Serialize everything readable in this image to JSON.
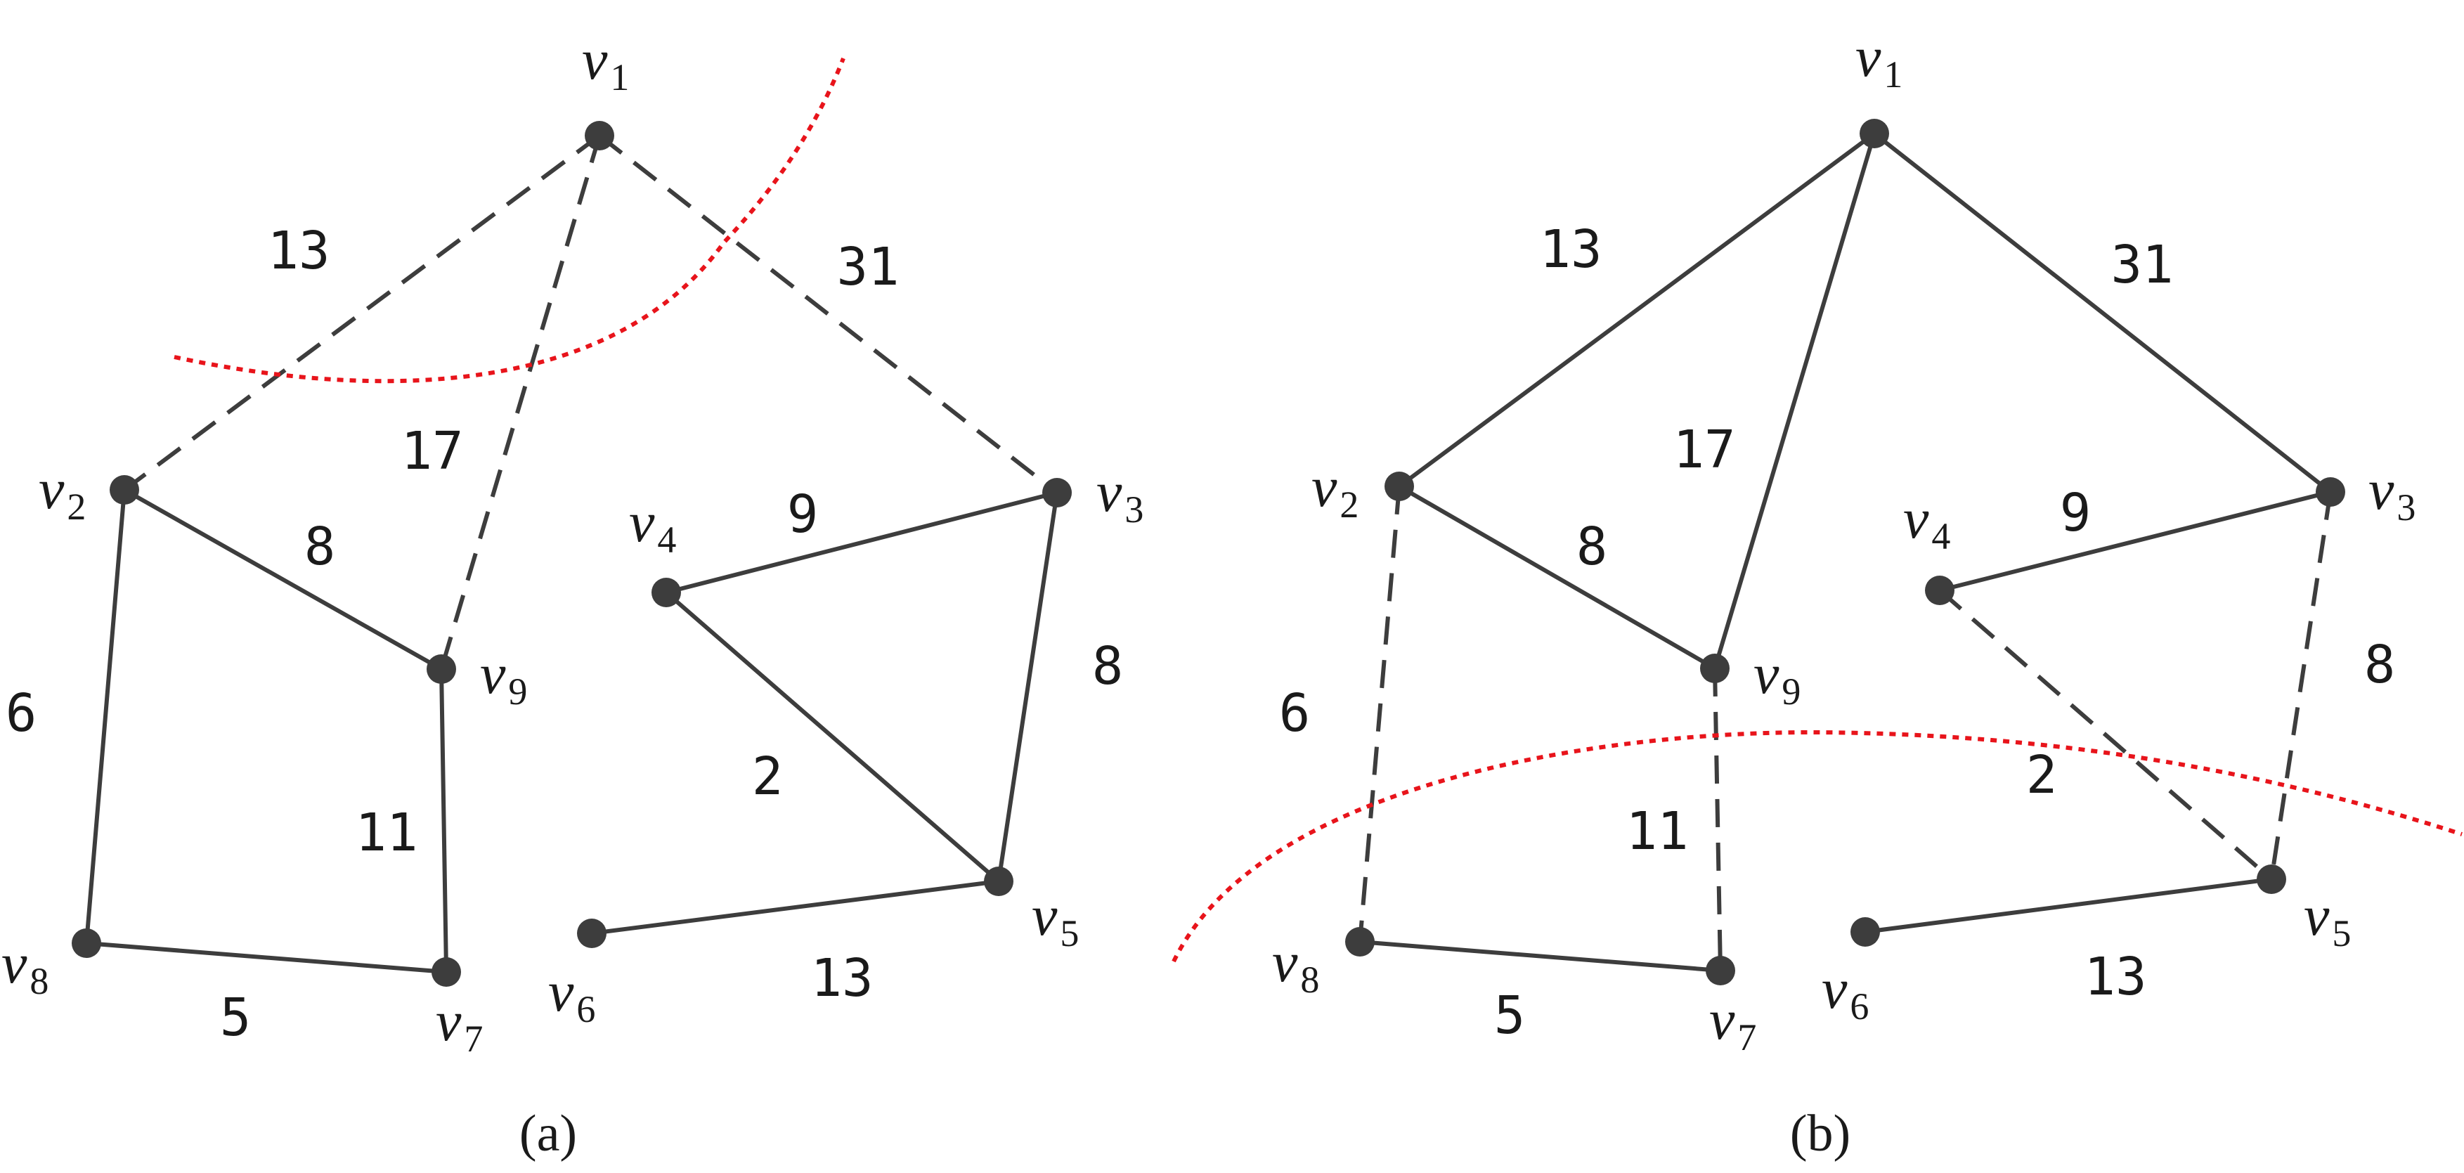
{
  "panels": [
    {
      "id": "a",
      "caption": "(a)",
      "vertices": [
        {
          "id": "v1",
          "base": "v",
          "sub": "1"
        },
        {
          "id": "v2",
          "base": "v",
          "sub": "2"
        },
        {
          "id": "v3",
          "base": "v",
          "sub": "3"
        },
        {
          "id": "v4",
          "base": "v",
          "sub": "4"
        },
        {
          "id": "v5",
          "base": "v",
          "sub": "5"
        },
        {
          "id": "v6",
          "base": "v",
          "sub": "6"
        },
        {
          "id": "v7",
          "base": "v",
          "sub": "7"
        },
        {
          "id": "v8",
          "base": "v",
          "sub": "8"
        },
        {
          "id": "v9",
          "base": "v",
          "sub": "9"
        }
      ],
      "edges": [
        {
          "from": "v1",
          "to": "v2",
          "weight": "13",
          "style": "dashed"
        },
        {
          "from": "v1",
          "to": "v9",
          "weight": "17",
          "style": "dashed"
        },
        {
          "from": "v1",
          "to": "v3",
          "weight": "31",
          "style": "dashed"
        },
        {
          "from": "v2",
          "to": "v9",
          "weight": "8",
          "style": "solid"
        },
        {
          "from": "v2",
          "to": "v8",
          "weight": "6",
          "style": "solid"
        },
        {
          "from": "v9",
          "to": "v7",
          "weight": "11",
          "style": "solid"
        },
        {
          "from": "v8",
          "to": "v7",
          "weight": "5",
          "style": "solid"
        },
        {
          "from": "v4",
          "to": "v3",
          "weight": "9",
          "style": "solid"
        },
        {
          "from": "v4",
          "to": "v5",
          "weight": "2",
          "style": "solid"
        },
        {
          "from": "v3",
          "to": "v5",
          "weight": "8",
          "style": "solid"
        },
        {
          "from": "v6",
          "to": "v5",
          "weight": "13",
          "style": "solid"
        }
      ]
    },
    {
      "id": "b",
      "caption": "(b)",
      "vertices": [
        {
          "id": "v1",
          "base": "v",
          "sub": "1"
        },
        {
          "id": "v2",
          "base": "v",
          "sub": "2"
        },
        {
          "id": "v3",
          "base": "v",
          "sub": "3"
        },
        {
          "id": "v4",
          "base": "v",
          "sub": "4"
        },
        {
          "id": "v5",
          "base": "v",
          "sub": "5"
        },
        {
          "id": "v6",
          "base": "v",
          "sub": "6"
        },
        {
          "id": "v7",
          "base": "v",
          "sub": "7"
        },
        {
          "id": "v8",
          "base": "v",
          "sub": "8"
        },
        {
          "id": "v9",
          "base": "v",
          "sub": "9"
        }
      ],
      "edges": [
        {
          "from": "v1",
          "to": "v2",
          "weight": "13",
          "style": "solid"
        },
        {
          "from": "v1",
          "to": "v9",
          "weight": "17",
          "style": "solid"
        },
        {
          "from": "v1",
          "to": "v3",
          "weight": "31",
          "style": "solid"
        },
        {
          "from": "v2",
          "to": "v9",
          "weight": "8",
          "style": "solid"
        },
        {
          "from": "v2",
          "to": "v8",
          "weight": "6",
          "style": "dashed"
        },
        {
          "from": "v9",
          "to": "v7",
          "weight": "11",
          "style": "dashed"
        },
        {
          "from": "v8",
          "to": "v7",
          "weight": "5",
          "style": "solid"
        },
        {
          "from": "v4",
          "to": "v3",
          "weight": "9",
          "style": "solid"
        },
        {
          "from": "v4",
          "to": "v5",
          "weight": "2",
          "style": "dashed"
        },
        {
          "from": "v3",
          "to": "v5",
          "weight": "8",
          "style": "dashed"
        },
        {
          "from": "v6",
          "to": "v5",
          "weight": "13",
          "style": "solid"
        }
      ]
    }
  ],
  "colors": {
    "edge": "#3d3d3d",
    "node": "#3d3d3d",
    "cut_line": "#e8141b",
    "text": "#1a1a1a",
    "background": "#ffffff"
  }
}
